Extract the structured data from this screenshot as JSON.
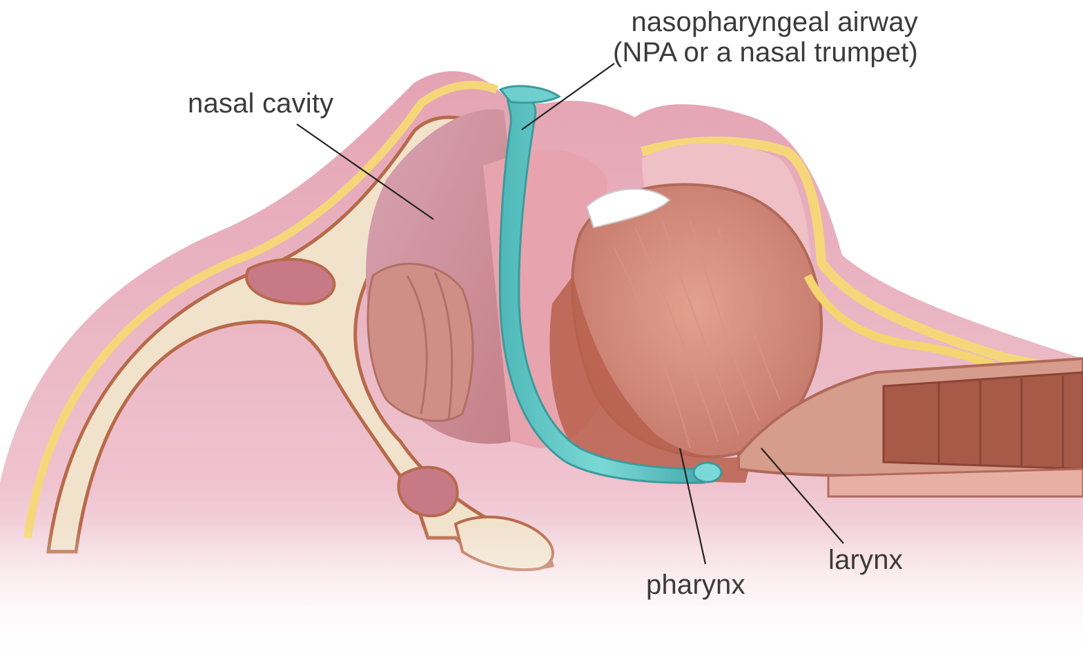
{
  "labels": {
    "npa_line1": "nasopharyngeal airway",
    "npa_line2": "(NPA or a nasal trumpet)",
    "nasal_cavity": "nasal cavity",
    "pharynx": "pharynx",
    "larynx": "larynx"
  },
  "colors": {
    "skin": "#e6aab8",
    "skin_light": "#f3d3da",
    "bone": "#f1e2cc",
    "fat": "#f5d77a",
    "bone_outline": "#b76a4a",
    "tissue": "#c98f80",
    "muscle": "#b35f4b",
    "airway_tube": "#5cc6c6",
    "leader_line": "#222222"
  }
}
